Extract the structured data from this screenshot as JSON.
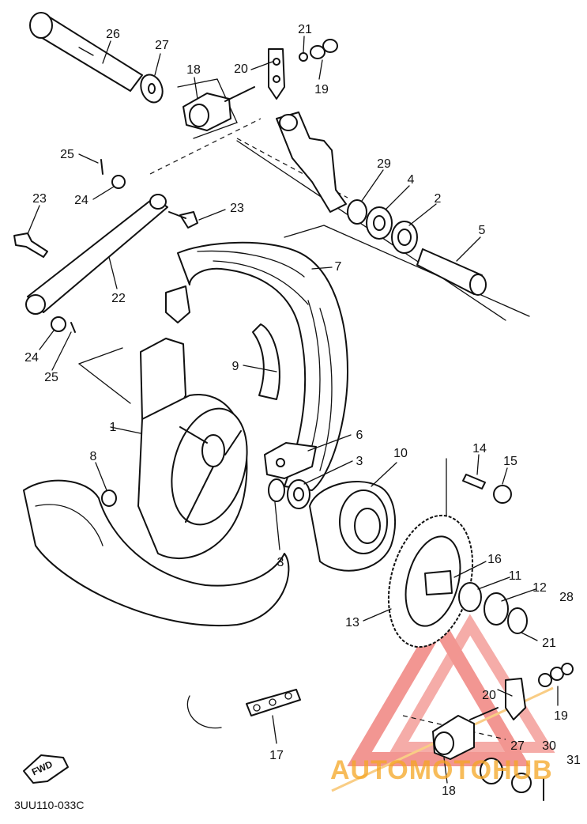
{
  "diagram": {
    "callouts": [
      {
        "id": "c26",
        "text": "26"
      },
      {
        "id": "c27a",
        "text": "27"
      },
      {
        "id": "c18a",
        "text": "18"
      },
      {
        "id": "c20a",
        "text": "20"
      },
      {
        "id": "c21a",
        "text": "21"
      },
      {
        "id": "c19a",
        "text": "19"
      },
      {
        "id": "c25a",
        "text": "25"
      },
      {
        "id": "c24a",
        "text": "24"
      },
      {
        "id": "c23a",
        "text": "23"
      },
      {
        "id": "c23b",
        "text": "23"
      },
      {
        "id": "c29",
        "text": "29"
      },
      {
        "id": "c4",
        "text": "4"
      },
      {
        "id": "c2",
        "text": "2"
      },
      {
        "id": "c5",
        "text": "5"
      },
      {
        "id": "c7",
        "text": "7"
      },
      {
        "id": "c22",
        "text": "22"
      },
      {
        "id": "c24b",
        "text": "24"
      },
      {
        "id": "c25b",
        "text": "25"
      },
      {
        "id": "c9",
        "text": "9"
      },
      {
        "id": "c1",
        "text": "1"
      },
      {
        "id": "c6",
        "text": "6"
      },
      {
        "id": "c3a",
        "text": "3"
      },
      {
        "id": "c10",
        "text": "10"
      },
      {
        "id": "c14",
        "text": "14"
      },
      {
        "id": "c15",
        "text": "15"
      },
      {
        "id": "c8",
        "text": "8"
      },
      {
        "id": "c3b",
        "text": "3"
      },
      {
        "id": "c16",
        "text": "16"
      },
      {
        "id": "c11",
        "text": "11"
      },
      {
        "id": "c12",
        "text": "12"
      },
      {
        "id": "c28",
        "text": "28"
      },
      {
        "id": "c13",
        "text": "13"
      },
      {
        "id": "c21b",
        "text": "21"
      },
      {
        "id": "c20b",
        "text": "20"
      },
      {
        "id": "c19b",
        "text": "19"
      },
      {
        "id": "c17",
        "text": "17"
      },
      {
        "id": "c27b",
        "text": "27"
      },
      {
        "id": "c30",
        "text": "30"
      },
      {
        "id": "c31",
        "text": "31"
      },
      {
        "id": "c18b",
        "text": "18"
      }
    ],
    "fwd_label": "FWD",
    "drawing_code": "3UU110-033C",
    "watermark": {
      "text": "AUTOMOTOHUB",
      "color_text": "#f5a623",
      "color_logo": "#e8423a"
    }
  }
}
